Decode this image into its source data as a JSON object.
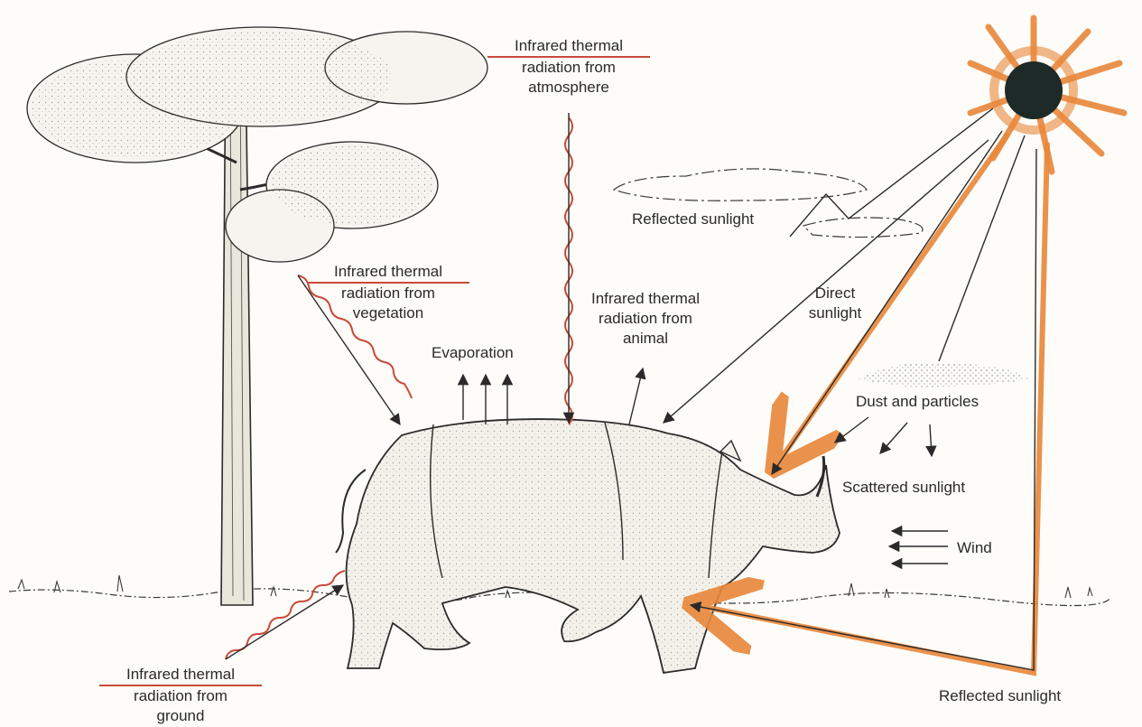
{
  "colors": {
    "ink": "#2a2a2a",
    "highlight": "#e8873a",
    "red_pencil": "#c94a3a",
    "sun_core": "#1e2a28",
    "paper": "#fdfcf8"
  },
  "icons": [
    "sun-icon",
    "tree-icon",
    "rhinoceros-icon",
    "cloud-icon"
  ],
  "labels": {
    "atmosphere": [
      "Infrared thermal",
      "radiation from",
      "atmosphere"
    ],
    "reflected_cloud": "Reflected sunlight",
    "vegetation": [
      "Infrared thermal",
      "radiation from",
      "vegetation"
    ],
    "animal": [
      "Infrared thermal",
      "radiation from",
      "animal"
    ],
    "evaporation": "Evaporation",
    "direct": [
      "Direct",
      "sunlight"
    ],
    "dust": "Dust and particles",
    "scattered": "Scattered sunlight",
    "wind": "Wind",
    "ground": [
      "Infrared thermal",
      "radiation from",
      "ground"
    ],
    "reflected_ground": "Reflected sunlight"
  }
}
